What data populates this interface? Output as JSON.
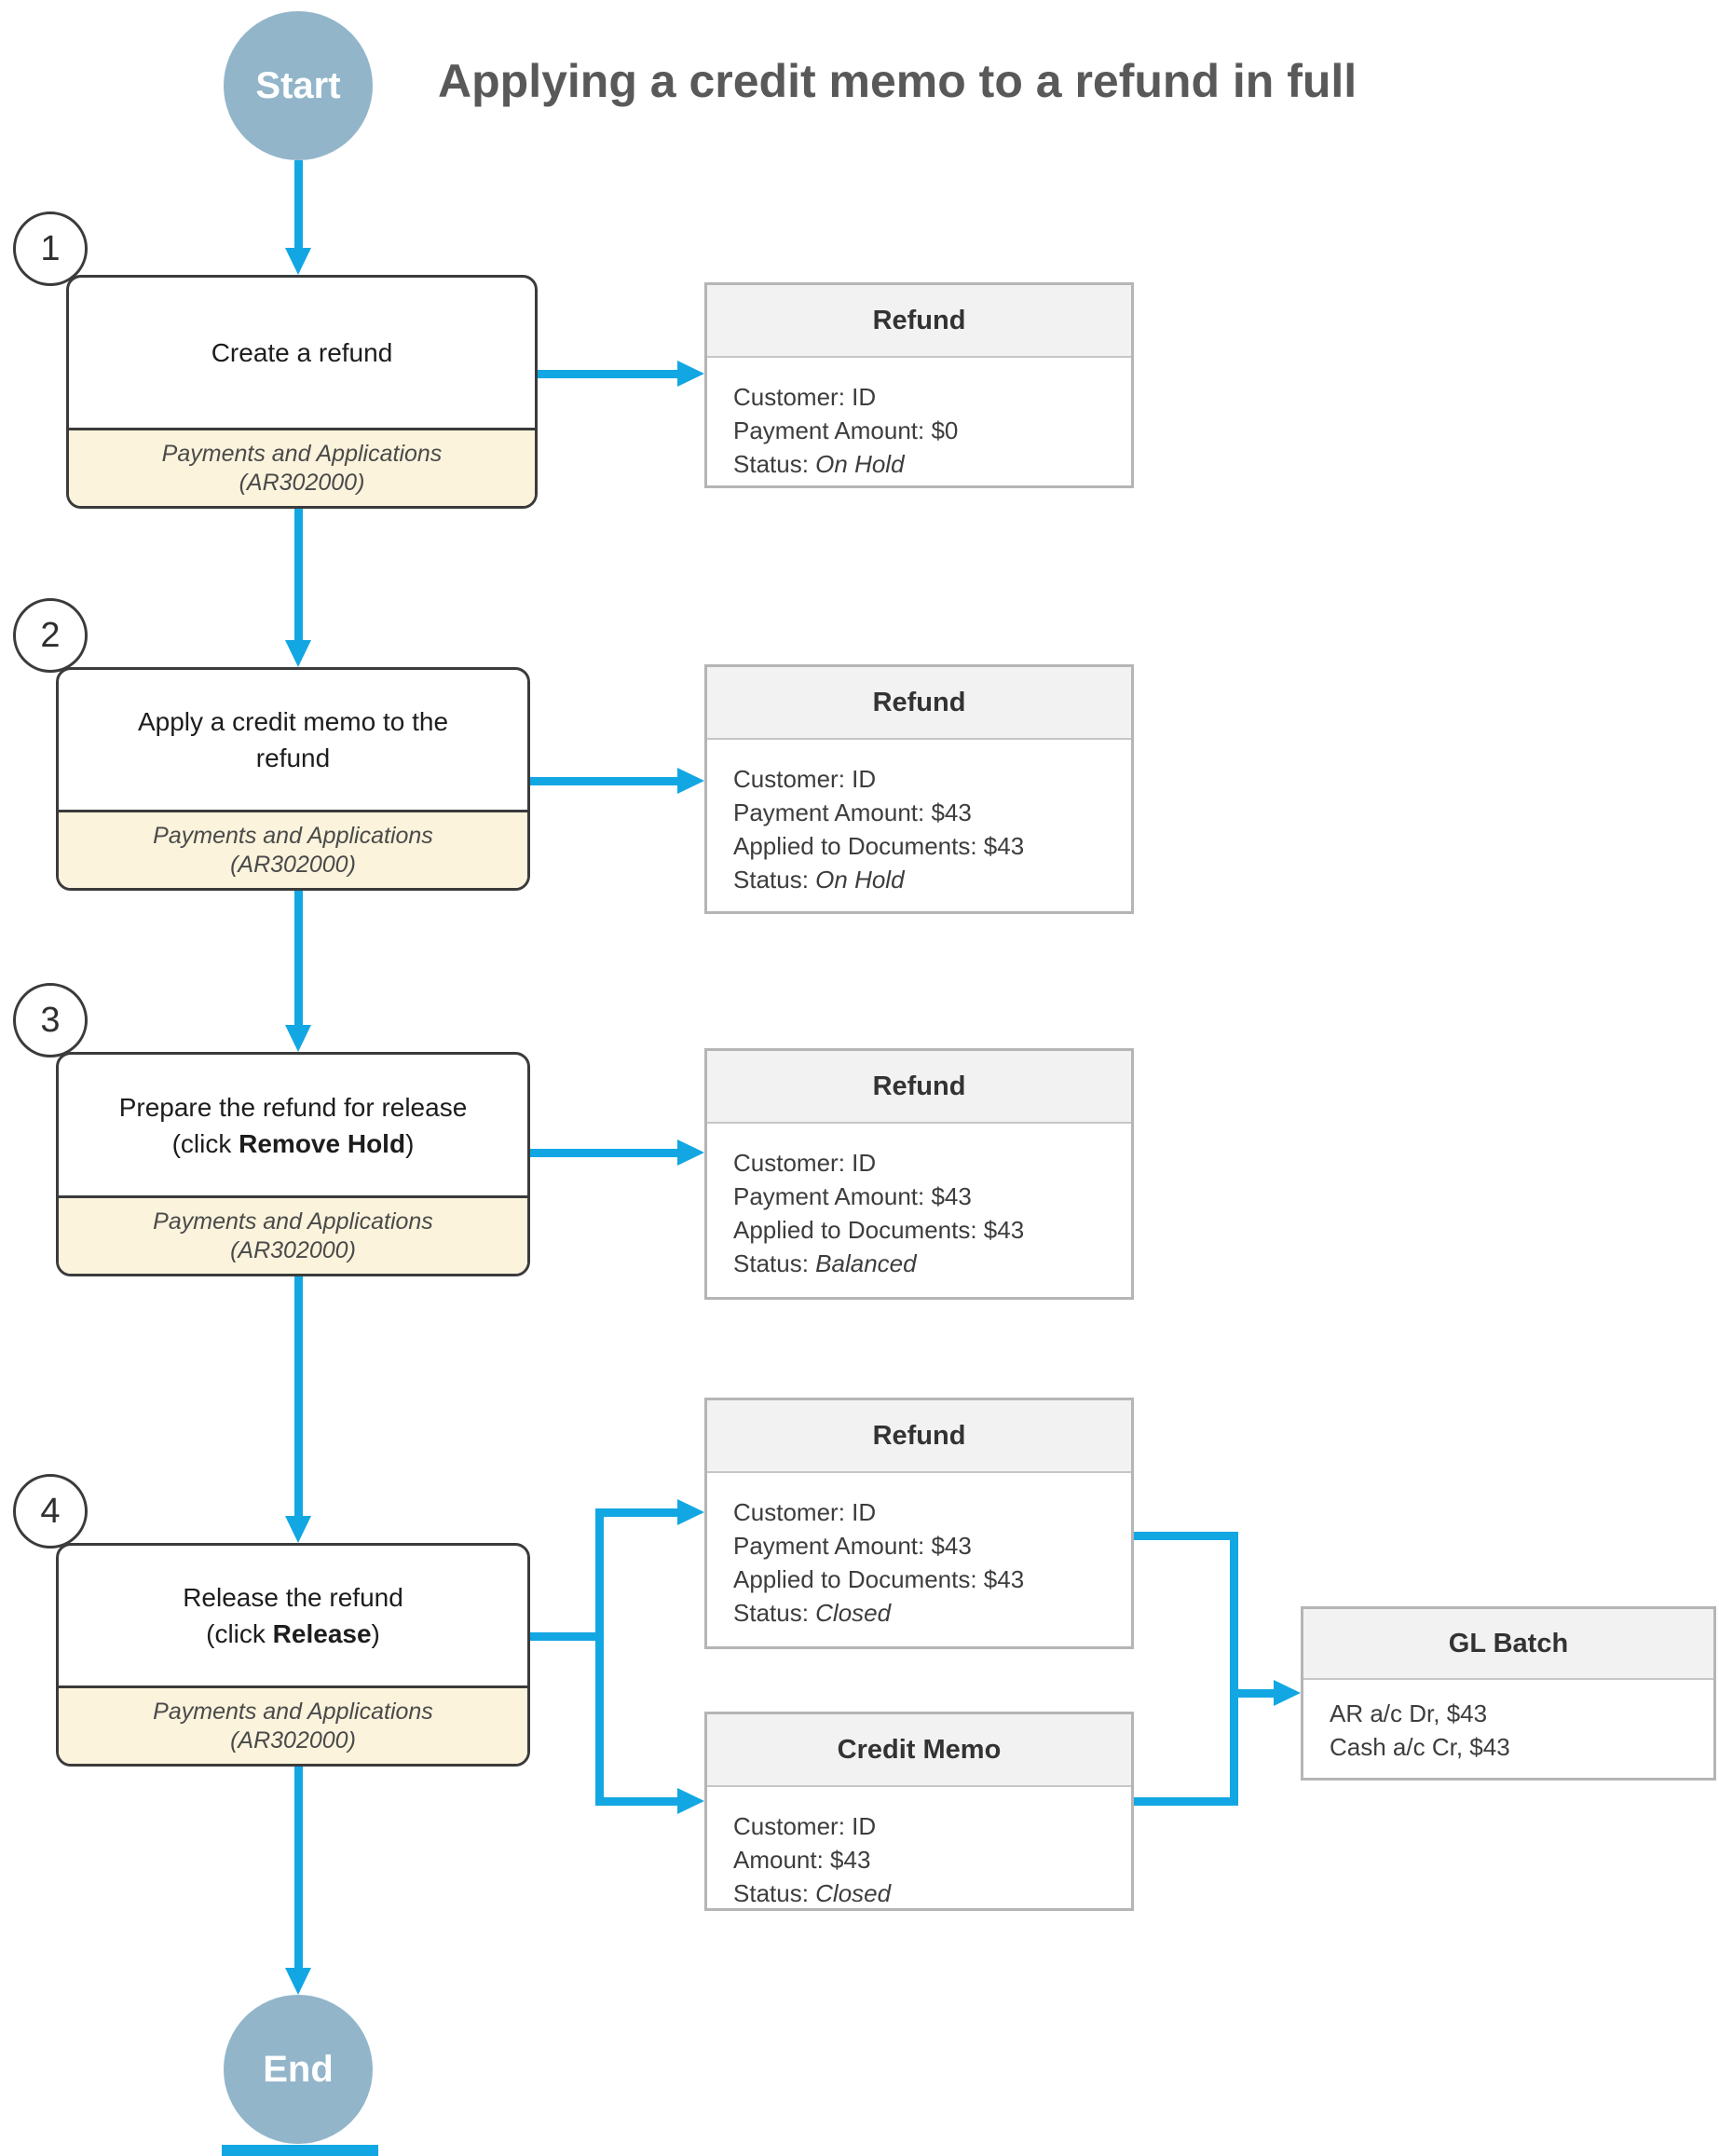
{
  "title": "Applying a credit memo to a refund in full",
  "terminals": {
    "start": "Start",
    "end": "End"
  },
  "steps": [
    {
      "number": "1",
      "line1": "Create a refund",
      "line2_pre": "",
      "line2_bold": "",
      "line2_post": "",
      "screen_name": "Payments and Applications",
      "screen_id": "(AR302000)"
    },
    {
      "number": "2",
      "line1": "Apply a credit memo to the",
      "line2_pre": "refund",
      "line2_bold": "",
      "line2_post": "",
      "screen_name": "Payments and Applications",
      "screen_id": "(AR302000)"
    },
    {
      "number": "3",
      "line1": "Prepare the refund for release",
      "line2_pre": "(click ",
      "line2_bold": "Remove Hold",
      "line2_post": ")",
      "screen_name": "Payments and Applications",
      "screen_id": "(AR302000)"
    },
    {
      "number": "4",
      "line1": "Release the refund",
      "line2_pre": "(click ",
      "line2_bold": "Release",
      "line2_post": ")",
      "screen_name": "Payments and Applications",
      "screen_id": "(AR302000)"
    }
  ],
  "documents": [
    {
      "title": "Refund",
      "lines": [
        {
          "pre": "Customer: ID"
        },
        {
          "pre": "Payment Amount: $0"
        },
        {
          "pre": "Status: ",
          "em": "On Hold"
        }
      ]
    },
    {
      "title": "Refund",
      "lines": [
        {
          "pre": "Customer: ID"
        },
        {
          "pre": "Payment Amount: $43"
        },
        {
          "pre": "Applied to Documents: $43"
        },
        {
          "pre": "Status: ",
          "em": "On Hold"
        }
      ]
    },
    {
      "title": "Refund",
      "lines": [
        {
          "pre": "Customer: ID"
        },
        {
          "pre": "Payment Amount: $43"
        },
        {
          "pre": "Applied to Documents: $43"
        },
        {
          "pre": "Status: ",
          "em": "Balanced"
        }
      ]
    },
    {
      "title": "Refund",
      "lines": [
        {
          "pre": "Customer: ID"
        },
        {
          "pre": "Payment Amount: $43"
        },
        {
          "pre": "Applied to Documents: $43"
        },
        {
          "pre": "Status: ",
          "em": "Closed"
        }
      ]
    },
    {
      "title": "Credit Memo",
      "lines": [
        {
          "pre": "Customer: ID"
        },
        {
          "pre": "Amount: $43"
        },
        {
          "pre": "Status: ",
          "em": "Closed"
        }
      ]
    },
    {
      "title": "GL Batch",
      "lines": [
        {
          "pre": "AR a/c Dr, $43"
        },
        {
          "pre": "Cash a/c Cr, $43"
        }
      ]
    }
  ],
  "colors": {
    "arrow": "#12a7e3",
    "terminal_fill": "#92b5ca",
    "screen_fill": "#fbf3dc",
    "doc_header_fill": "#f2f2f2",
    "title_text": "#595959"
  }
}
